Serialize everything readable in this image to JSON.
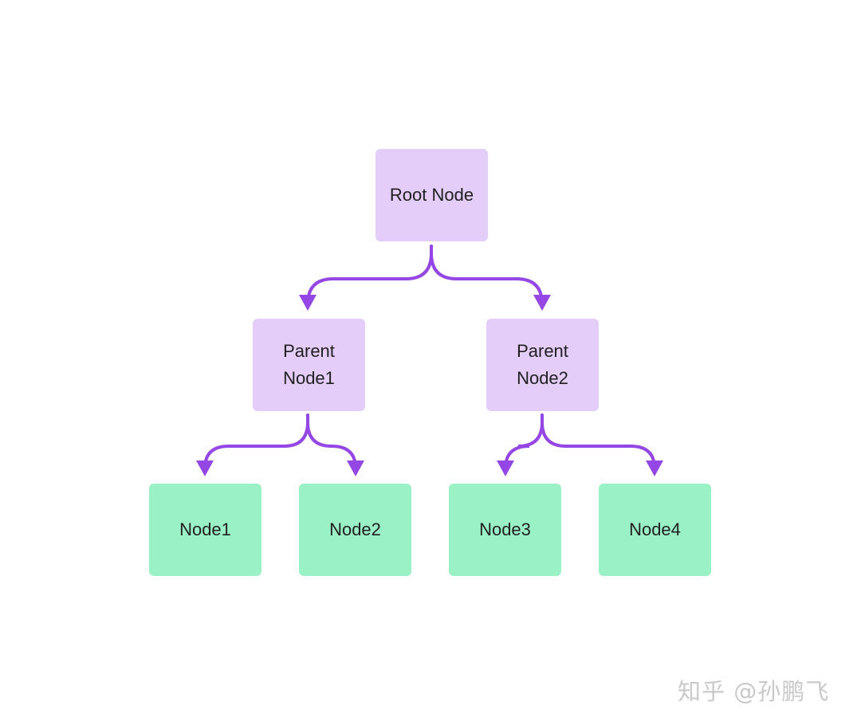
{
  "diagram": {
    "root": {
      "label": "Root Node"
    },
    "parents": [
      {
        "label": "Parent\nNode1"
      },
      {
        "label": "Parent\nNode2"
      }
    ],
    "leaves": [
      {
        "label": "Node1"
      },
      {
        "label": "Node2"
      },
      {
        "label": "Node3"
      },
      {
        "label": "Node4"
      }
    ],
    "edges": [
      {
        "from": "Root Node",
        "to": "Parent Node1"
      },
      {
        "from": "Root Node",
        "to": "Parent Node2"
      },
      {
        "from": "Parent Node1",
        "to": "Node1"
      },
      {
        "from": "Parent Node1",
        "to": "Node2"
      },
      {
        "from": "Parent Node2",
        "to": "Node3"
      },
      {
        "from": "Parent Node2",
        "to": "Node4"
      }
    ]
  },
  "colors": {
    "inner_node_fill": "#e5cdfa",
    "leaf_node_fill": "#9bf1c6",
    "connector": "#9547e6",
    "text": "#1f1f1f",
    "watermark": "#c9c9c9"
  },
  "watermark": "知乎 @孙鹏飞"
}
